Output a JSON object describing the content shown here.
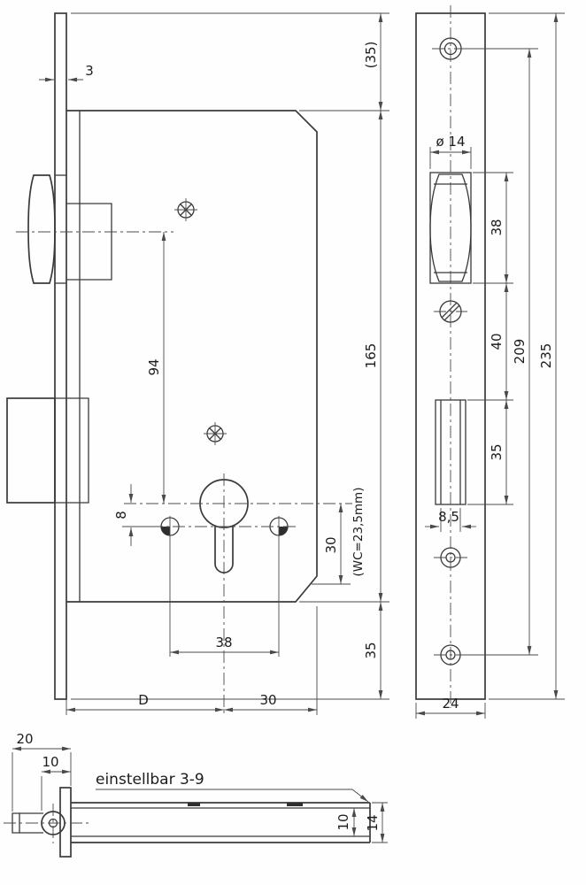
{
  "front_view": {
    "dim_plate_thickness": "3",
    "dim_top_margin": "(35)",
    "dim_case_height": "165",
    "dim_bottom_margin": "35",
    "dim_latch_to_cylinder": "94",
    "dim_follower_offset": "8",
    "dim_cylinder_to_line": "30",
    "wc_note": "(WC=23,5mm)",
    "dim_follower_spacing": "38",
    "dim_backset": "D",
    "dim_cylinder_to_edge": "30"
  },
  "face_view": {
    "dim_roller_dia": "ø 14",
    "dim_latch_opening": "38",
    "dim_gap": "40",
    "dim_bolt_opening": "35",
    "dim_hole_centers": "209",
    "dim_plate_length": "235",
    "dim_bolt_width": "8,5",
    "dim_plate_width": "24"
  },
  "top_view": {
    "dim_total_projection": "20",
    "dim_roller_projection": "10",
    "adjust_label": "einstellbar 3-9",
    "dim_inner_width": "10",
    "dim_case_width": "14"
  }
}
